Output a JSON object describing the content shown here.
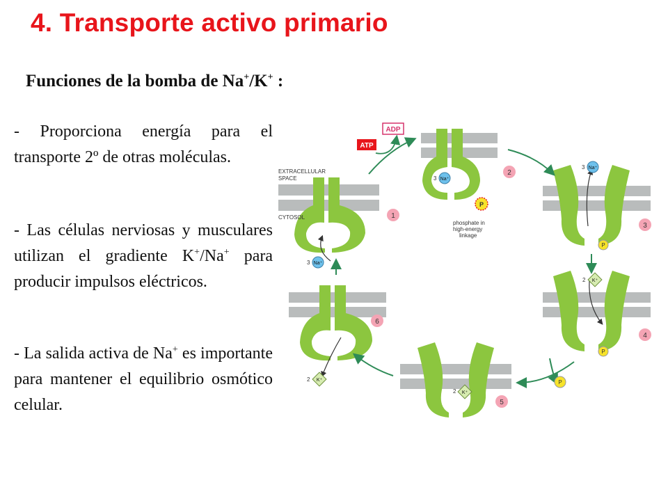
{
  "title": "4. Transporte activo primario",
  "subtitle": {
    "text": "Funciones de la bomba de Na",
    "sup1": "+",
    "mid": "/K",
    "sup2": "+",
    "tail": " :"
  },
  "paragraphs": [
    {
      "text": "- Proporciona energía para el transporte 2º de otras moléculas."
    },
    {
      "a": "- Las células nerviosas y musculares utilizan el gradiente K",
      "sup1": "+",
      "b": "/Na",
      "sup2": "+",
      "c": " para producir impulsos eléctricos."
    },
    {
      "a": "- La salida activa de Na",
      "sup1": "+",
      "c": " es importante para mantener el equilibrio osmótico celular."
    }
  ],
  "diagram": {
    "extracellular": "EXTRACELLULAR",
    "space": "SPACE",
    "cytosol": "CYTOSOL",
    "atp": "ATP",
    "adp": "ADP",
    "p": "P",
    "na": "Na⁺",
    "k": "K⁺",
    "three": "3",
    "two": "2",
    "phosphate_lines": [
      "phosphate in",
      "high-energy",
      "linkage"
    ],
    "steps": [
      "1",
      "2",
      "3",
      "4",
      "5",
      "6"
    ],
    "colors": {
      "protein": "#8cc63f",
      "membrane": "#b9bcbc",
      "step_badge": "#f4a4b4",
      "arrow": "#2e8b57",
      "atp": "#e8151b",
      "phosphate": "#f7e32a",
      "sodium": "#6ec1ec",
      "potassium": "#d7ecb1"
    }
  }
}
